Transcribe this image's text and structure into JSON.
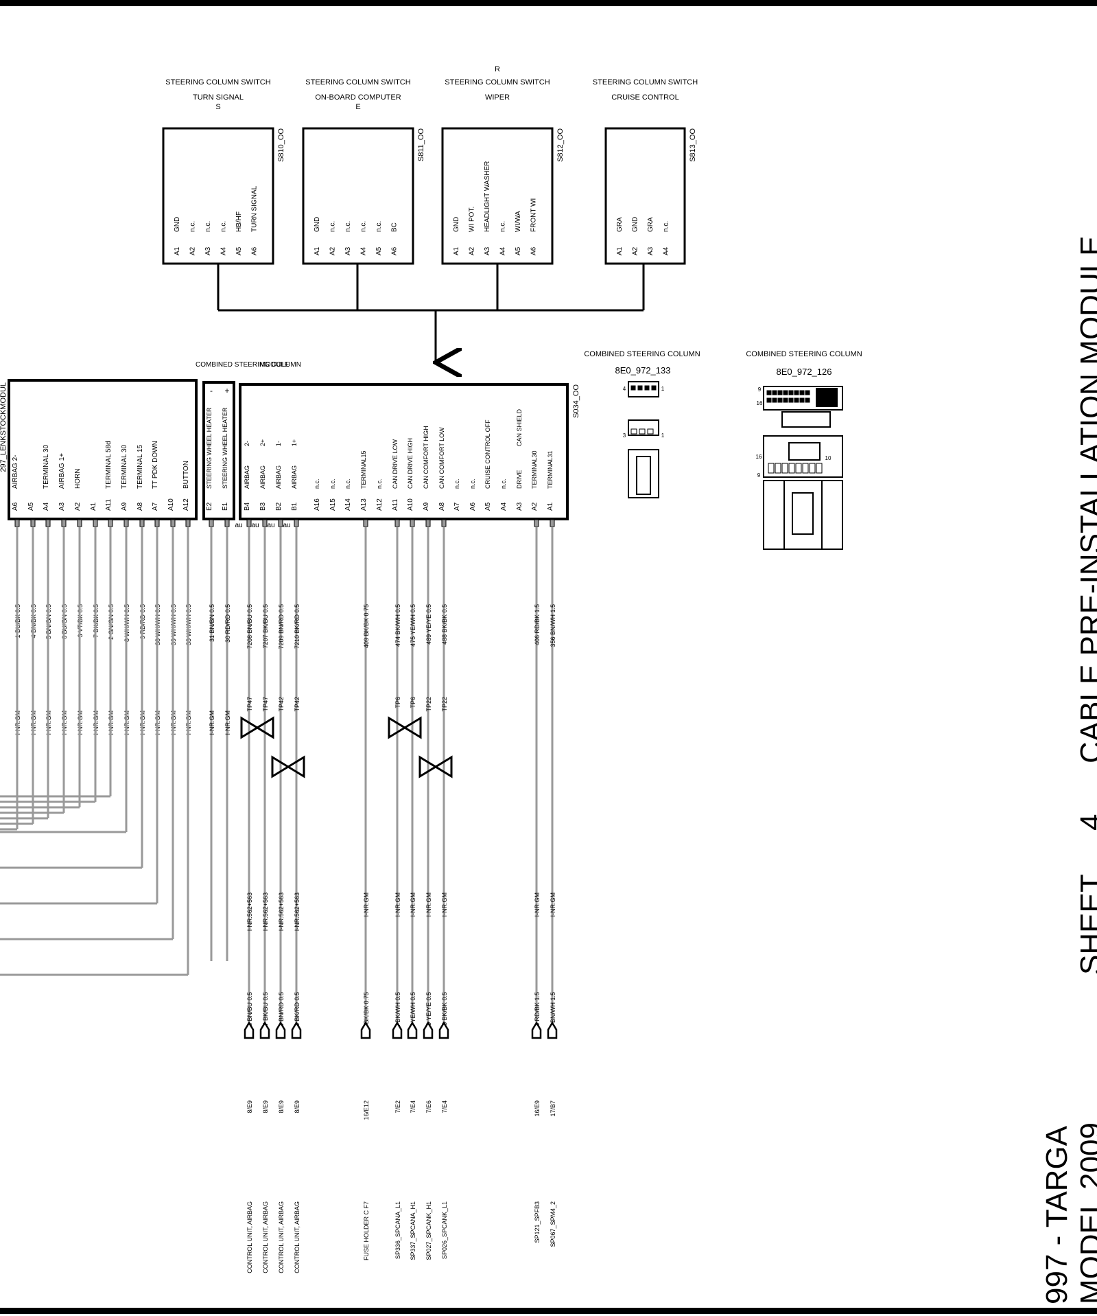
{
  "switches": [
    {
      "id": "S810_OO",
      "t1": "STEERING COLUMN SWITCH",
      "t2": "TURN SIGNAL",
      "t3": "S",
      "t0": "",
      "pins": [
        "A1",
        "A2",
        "A3",
        "A4",
        "A5",
        "A6"
      ],
      "sigs": [
        "GND",
        "n.c.",
        "n.c.",
        "n.c.",
        "HB/HF",
        "TURN SIGNAL"
      ]
    },
    {
      "id": "S811_OO",
      "t1": "STEERING COLUMN SWITCH",
      "t2": "ON-BOARD COMPUTER",
      "t3": "E",
      "t0": "",
      "pins": [
        "A1",
        "A2",
        "A3",
        "A4",
        "A5",
        "A6"
      ],
      "sigs": [
        "GND",
        "n.c.",
        "n.c.",
        "n.c.",
        "n.c.",
        "BC"
      ]
    },
    {
      "id": "S812_OO",
      "t1": "STEERING COLUMN SWITCH",
      "t2": "WIPER",
      "t3": "",
      "t0": "R",
      "pins": [
        "A1",
        "A2",
        "A3",
        "A4",
        "A5",
        "A6"
      ],
      "sigs": [
        "GND",
        "WI POT.",
        "HEADLIGHT WASHER",
        "n.c.",
        "WI/WA",
        "FRONT WI"
      ]
    },
    {
      "id": "S813_OO",
      "t1": "STEERING COLUMN SWITCH",
      "t2": "CRUISE CONTROL",
      "t3": "",
      "t0": "",
      "pins": [
        "A1",
        "A2",
        "A3",
        "A4"
      ],
      "sigs": [
        "GRA",
        "GND",
        "GRA",
        "n.c."
      ]
    }
  ],
  "left_module": {
    "label": "297_LENKSTOCKMODUL",
    "pins": [
      "A6",
      "A5",
      "A4",
      "A3",
      "A2",
      "A1",
      "A11",
      "A9",
      "A8",
      "A7",
      "A10",
      "A12"
    ],
    "sigs": [
      "AIRBAG 2-",
      "",
      "TERMINAL 30",
      "AIRBAG 1+",
      "HORN",
      "",
      "TERMINAL 58d",
      "TERMINAL 30",
      "TERMINAL 15",
      "TT PDK DOWN",
      "",
      "BUTTON"
    ],
    "wires": [
      "1 BU/BK 0.5",
      "4 BN/BK 0.5",
      "5 BN/GN 0.5",
      "6 BU/GN 0.5",
      "3 VT/BK 0.5",
      "7 BK/BK 0.5",
      "2 GN/GN 0.5",
      "8 WH/WH 0.5",
      "9 RD/RD 0.5",
      "38 WH/WH 0.5",
      "39 WH/WH 0.5",
      "33 WH/WH 0.5"
    ],
    "refs": [
      "I-NR.GM",
      "I-NR.GM",
      "I-NR.GM",
      "I-NR.GM",
      "I-NR.GM",
      "I-NR.GM",
      "I-NR.GM",
      "I-NR.GM",
      "I-NR.GM",
      "I-NR.GM",
      "I-NR.GM",
      "I-NR.GM"
    ]
  },
  "heater_module": {
    "pins": [
      "E2",
      "E1"
    ],
    "sigs": [
      "STEERING WHEEL HEATER",
      "STEERING WHEEL HEATER"
    ],
    "signs": [
      "-",
      "+"
    ],
    "wires": [
      "31 BN/BN 0.5",
      "30 RD/RD 0.5"
    ],
    "refs": [
      "I-NR.GM",
      "I-NR.GM"
    ]
  },
  "main_module": {
    "id": "S034_OO",
    "title": "COMBINED STEERING COLUMN",
    "title2": "MODULE",
    "pins": [
      "B4",
      "B3",
      "B2",
      "B1",
      "A16",
      "A15",
      "A14",
      "A13",
      "A12",
      "A11",
      "A10",
      "A9",
      "A8",
      "A7",
      "A6",
      "A5",
      "A4",
      "A3",
      "A2",
      "A1"
    ],
    "sigs": [
      "AIRBAG",
      "AIRBAG",
      "AIRBAG",
      "AIRBAG",
      "n.c.",
      "n.c.",
      "n.c.",
      "TERMINAL15",
      "n.c.",
      "CAN DRIVE LOW",
      "CAN DRIVE HIGH",
      "CAN COMFORT HIGH",
      "CAN COMFORT LOW",
      "n.c.",
      "n.c.",
      "CRUISE CONTROL OFF",
      "n.c.",
      "DRIVE",
      "TERMINAL30",
      "TERMINAL31"
    ],
    "sigs2": [
      "2-",
      "2+",
      "1-",
      "1+",
      "",
      "",
      "",
      "",
      "",
      "",
      "",
      "",
      "",
      "",
      "",
      "",
      "",
      "CAN    SHIELD",
      "",
      ""
    ],
    "au": "au"
  },
  "wires_right": [
    {
      "pin": "B4",
      "w1": "7208 BN/BU 0.5",
      "tp": "TP47",
      "r2": "I-NR.562+563",
      "w2": "7208 BN/BU 0.5",
      "grid": "8/E9",
      "dest": "CONTROL UNIT, AIRBAG"
    },
    {
      "pin": "B3",
      "w1": "7207 BK/BU 0.5",
      "tp": "TP47",
      "r2": "I-NR.562+563",
      "w2": "7207 BK/BU 0.5",
      "grid": "8/E9",
      "dest": "CONTROL UNIT, AIRBAG"
    },
    {
      "pin": "B2",
      "w1": "7209 BN/RD 0.5",
      "tp": "TP42",
      "r2": "I-NR.562+563",
      "w2": "7209 BN/RD 0.5",
      "grid": "8/E9",
      "dest": "CONTROL UNIT, AIRBAG"
    },
    {
      "pin": "B1",
      "w1": "7210 BK/RD 0.5",
      "tp": "TP42",
      "r2": "I-NR.562+563",
      "w2": "7210 BK/RD 0.5",
      "grid": "8/E9",
      "dest": "CONTROL UNIT, AIRBAG"
    },
    {
      "pin": "A13",
      "w1": "409 BK/BK 0.75",
      "tp": "",
      "r2": "I-NR.GM",
      "w2": "409 BK/BK 0.75",
      "grid": "16/E12",
      "dest": "FUSE HOLDER C    F7"
    },
    {
      "pin": "A11",
      "w1": "474 BK/WH 0.5",
      "tp": "TP6",
      "r2": "I-NR.GM",
      "w2": "474 BK/WH 0.5",
      "grid": "7/E2",
      "dest": "SP336_SPCANA_L1"
    },
    {
      "pin": "A10",
      "w1": "475 YE/WH 0.5",
      "tp": "TP6",
      "r2": "I-NR.GM",
      "w2": "475 YE/WH 0.5",
      "grid": "7/E4",
      "dest": "SP337_SPCANA_H1"
    },
    {
      "pin": "A9",
      "w1": "489 YE/YE 0.5",
      "tp": "TP22",
      "r2": "I-NR.GM",
      "w2": "489 YE/YE 0.5",
      "grid": "7/E6",
      "dest": "SP027_SPCANK_H1"
    },
    {
      "pin": "A8",
      "w1": "488 BK/BK 0.5",
      "tp": "TP22",
      "r2": "I-NR.GM",
      "w2": "488 BK/BK 0.5",
      "grid": "7/E4",
      "dest": "SP026_SPCANK_L1"
    },
    {
      "pin": "A2",
      "w1": "406 RD/BK 1.5",
      "tp": "",
      "r2": "I-NR.GM",
      "w2": "406 RD/BK 1.5",
      "grid": "16/E9",
      "dest": "SP121_SPFB3"
    },
    {
      "pin": "A1",
      "w1": "356 BN/WH 1.5",
      "tp": "",
      "r2": "I-NR.GM",
      "w2": "356 BN/WH 1.5",
      "grid": "17/B7",
      "dest": "SP067_SPM4_2"
    }
  ],
  "connectors": [
    {
      "title": "COMBINED STEERING COLUMN",
      "part": "8E0_972_133",
      "n1": "4",
      "n2": "1",
      "n3": "3",
      "n4": "1"
    },
    {
      "title": "COMBINED STEERING COLUMN",
      "part": "8E0_972_126",
      "n1": "9",
      "n2": "16",
      "n3": "10",
      "n4": "16",
      "n5": "9"
    }
  ],
  "footer": {
    "model": "997 - TARGA",
    "year": "MODEL 2009",
    "sheet": "SHEET",
    "num": "4",
    "title": "CABLE PRE-INSTALLATION MODULE"
  }
}
